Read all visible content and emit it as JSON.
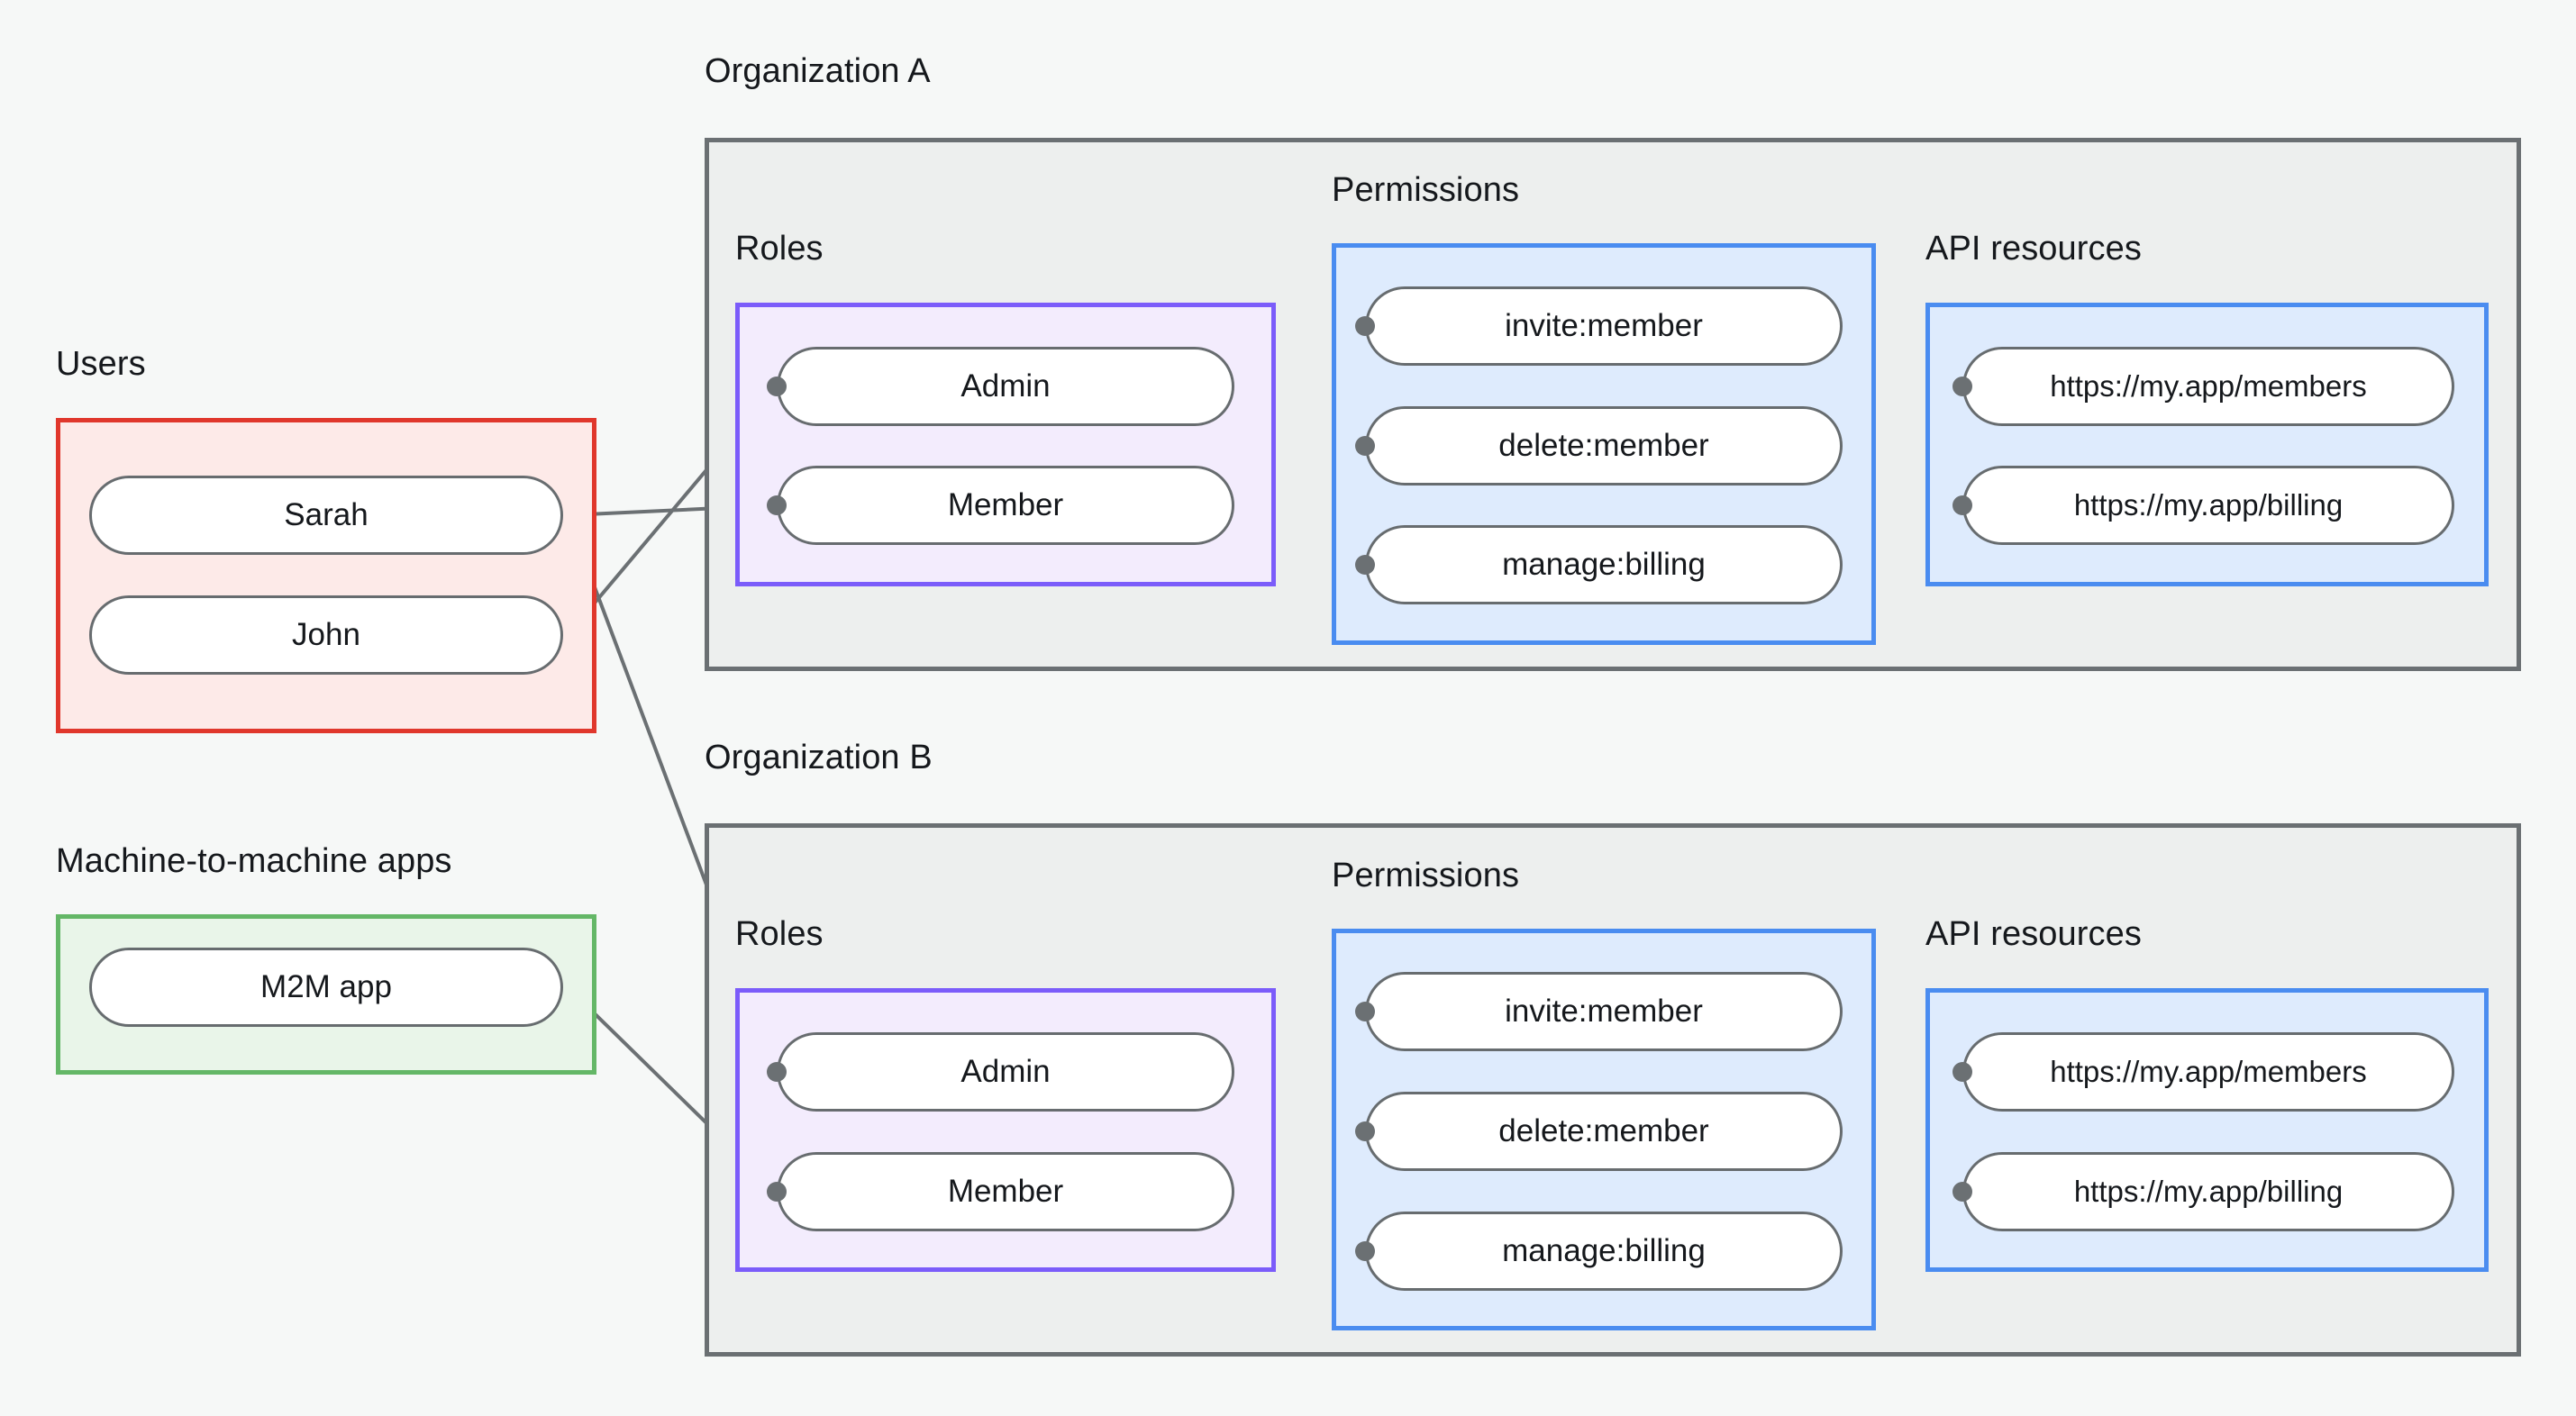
{
  "diagram": {
    "title_users": "Users",
    "title_m2m": "Machine-to-machine apps",
    "org_a_title": "Organization A",
    "org_b_title": "Organization B",
    "label_roles": "Roles",
    "label_permissions": "Permissions",
    "label_api_resources": "API resources"
  },
  "users": {
    "items": [
      {
        "label": "Sarah"
      },
      {
        "label": "John"
      }
    ]
  },
  "m2m": {
    "items": [
      {
        "label": "M2M app"
      }
    ]
  },
  "org_a": {
    "name": "Organization A",
    "roles_label": "Roles",
    "permissions_label": "Permissions",
    "api_resources_label": "API resources",
    "roles": [
      {
        "label": "Admin"
      },
      {
        "label": "Member"
      }
    ],
    "permissions": [
      {
        "label": "invite:member"
      },
      {
        "label": "delete:member"
      },
      {
        "label": "manage:billing"
      }
    ],
    "api_resources": [
      {
        "label": "https://my.app/members"
      },
      {
        "label": "https://my.app/billing"
      }
    ]
  },
  "org_b": {
    "name": "Organization B",
    "roles_label": "Roles",
    "permissions_label": "Permissions",
    "api_resources_label": "API resources",
    "roles": [
      {
        "label": "Admin"
      },
      {
        "label": "Member"
      }
    ],
    "permissions": [
      {
        "label": "invite:member"
      },
      {
        "label": "delete:member"
      },
      {
        "label": "manage:billing"
      }
    ],
    "api_resources": [
      {
        "label": "https://my.app/members"
      },
      {
        "label": "https://my.app/billing"
      }
    ]
  },
  "colors": {
    "page_background": "#f6f8f7",
    "org_border": "#6b7073",
    "org_fill": "#edefee",
    "users_border": "#e0372c",
    "users_fill": "#fdeae8",
    "m2m_border": "#64b767",
    "m2m_fill": "#e9f5e9",
    "roles_border": "#7b5cfa",
    "roles_fill": "#f3ecfd",
    "permissions_border": "#4a8cf0",
    "permissions_fill": "#deebfd",
    "api_resources_border": "#4a8cf0",
    "api_resources_fill": "#deebfd",
    "node_border": "#676c6f",
    "node_fill": "#ffffff",
    "edge": "#6b7073"
  },
  "edges": [
    {
      "from": "Sarah",
      "to": "org_a.Member"
    },
    {
      "from": "Sarah",
      "to": "org_b.Admin"
    },
    {
      "from": "John",
      "to": "org_a.Admin"
    },
    {
      "from": "M2M app",
      "to": "org_b.Member"
    },
    {
      "from": "org_a.Admin",
      "to": "org_a.invite:member"
    },
    {
      "from": "org_a.Admin",
      "to": "org_a.delete:member"
    },
    {
      "from": "org_a.Member",
      "to": "org_a.manage:billing"
    },
    {
      "from": "org_a.invite:member",
      "to": "org_a.https://my.app/members"
    },
    {
      "from": "org_a.delete:member",
      "to": "org_a.https://my.app/members"
    },
    {
      "from": "org_a.manage:billing",
      "to": "org_a.https://my.app/billing"
    },
    {
      "from": "org_b.Admin",
      "to": "org_b.invite:member"
    },
    {
      "from": "org_b.Admin",
      "to": "org_b.delete:member"
    },
    {
      "from": "org_b.Member",
      "to": "org_b.manage:billing"
    },
    {
      "from": "org_b.invite:member",
      "to": "org_b.https://my.app/members"
    },
    {
      "from": "org_b.delete:member",
      "to": "org_b.https://my.app/members"
    },
    {
      "from": "org_b.manage:billing",
      "to": "org_b.https://my.app/billing"
    }
  ]
}
